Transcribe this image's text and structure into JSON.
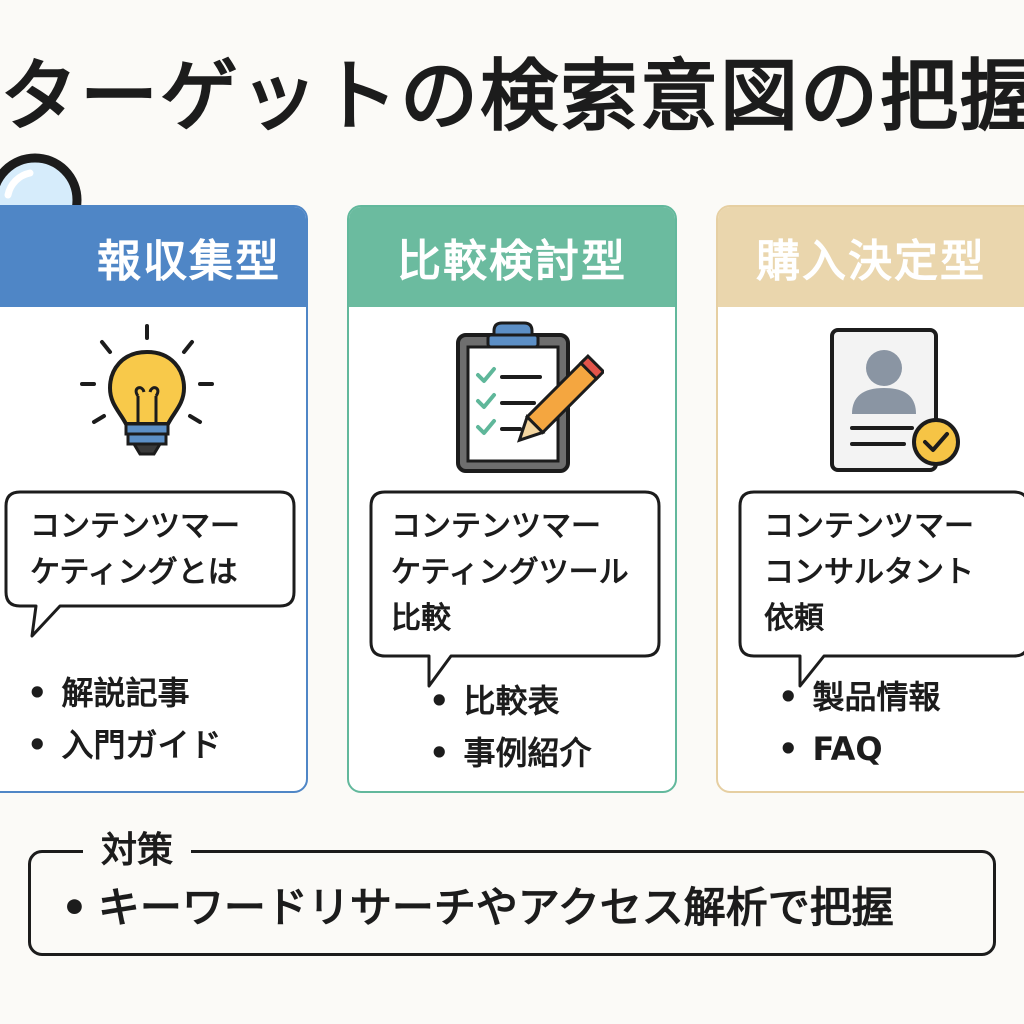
{
  "title": "ターゲットの検索意図の把握",
  "icons": {
    "title_icon": "magnifier-icon",
    "card_icons": [
      "lightbulb-icon",
      "clipboard-checklist-icon",
      "profile-card-check-icon"
    ]
  },
  "colors": {
    "informational": "#4f86c6",
    "comparison": "#6bbb9f",
    "purchase": "#ead6ad"
  },
  "cards": [
    {
      "heading": "報収集型",
      "query": "コンテンツマー\nケティングとは",
      "items": [
        "解説記事",
        "入門ガイド"
      ]
    },
    {
      "heading": "比較検討型",
      "query": "コンテンツマー\nケティングツール\n比較",
      "items": [
        "比較表",
        "事例紹介"
      ]
    },
    {
      "heading": "購入決定型",
      "query": "コンテンツマー\nコンサルタント\n依頼",
      "items": [
        "製品情報",
        "FAQ"
      ]
    }
  ],
  "measures": {
    "label": "対策",
    "text": "キーワードリサーチやアクセス解析で把握"
  }
}
